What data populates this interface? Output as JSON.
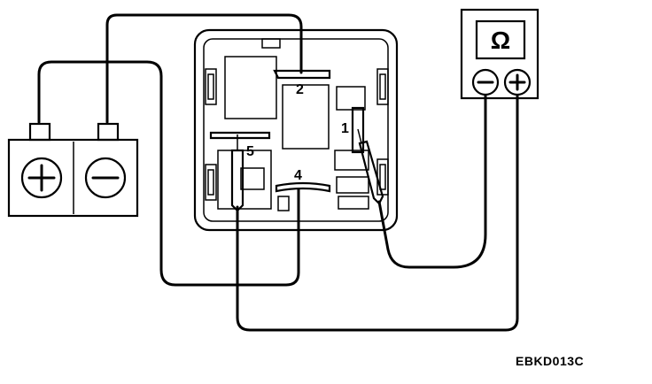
{
  "battery": {
    "plus_symbol": "+",
    "minus_symbol": "−"
  },
  "meter": {
    "ohm_symbol": "Ω",
    "minus_symbol": "−",
    "plus_symbol": "+"
  },
  "relay": {
    "terminals": [
      "1",
      "2",
      "4",
      "5"
    ]
  },
  "caption": "EBKD013C",
  "icons": [
    "battery-icon",
    "ohmmeter-icon",
    "relay-icon",
    "test-probe-icon"
  ]
}
